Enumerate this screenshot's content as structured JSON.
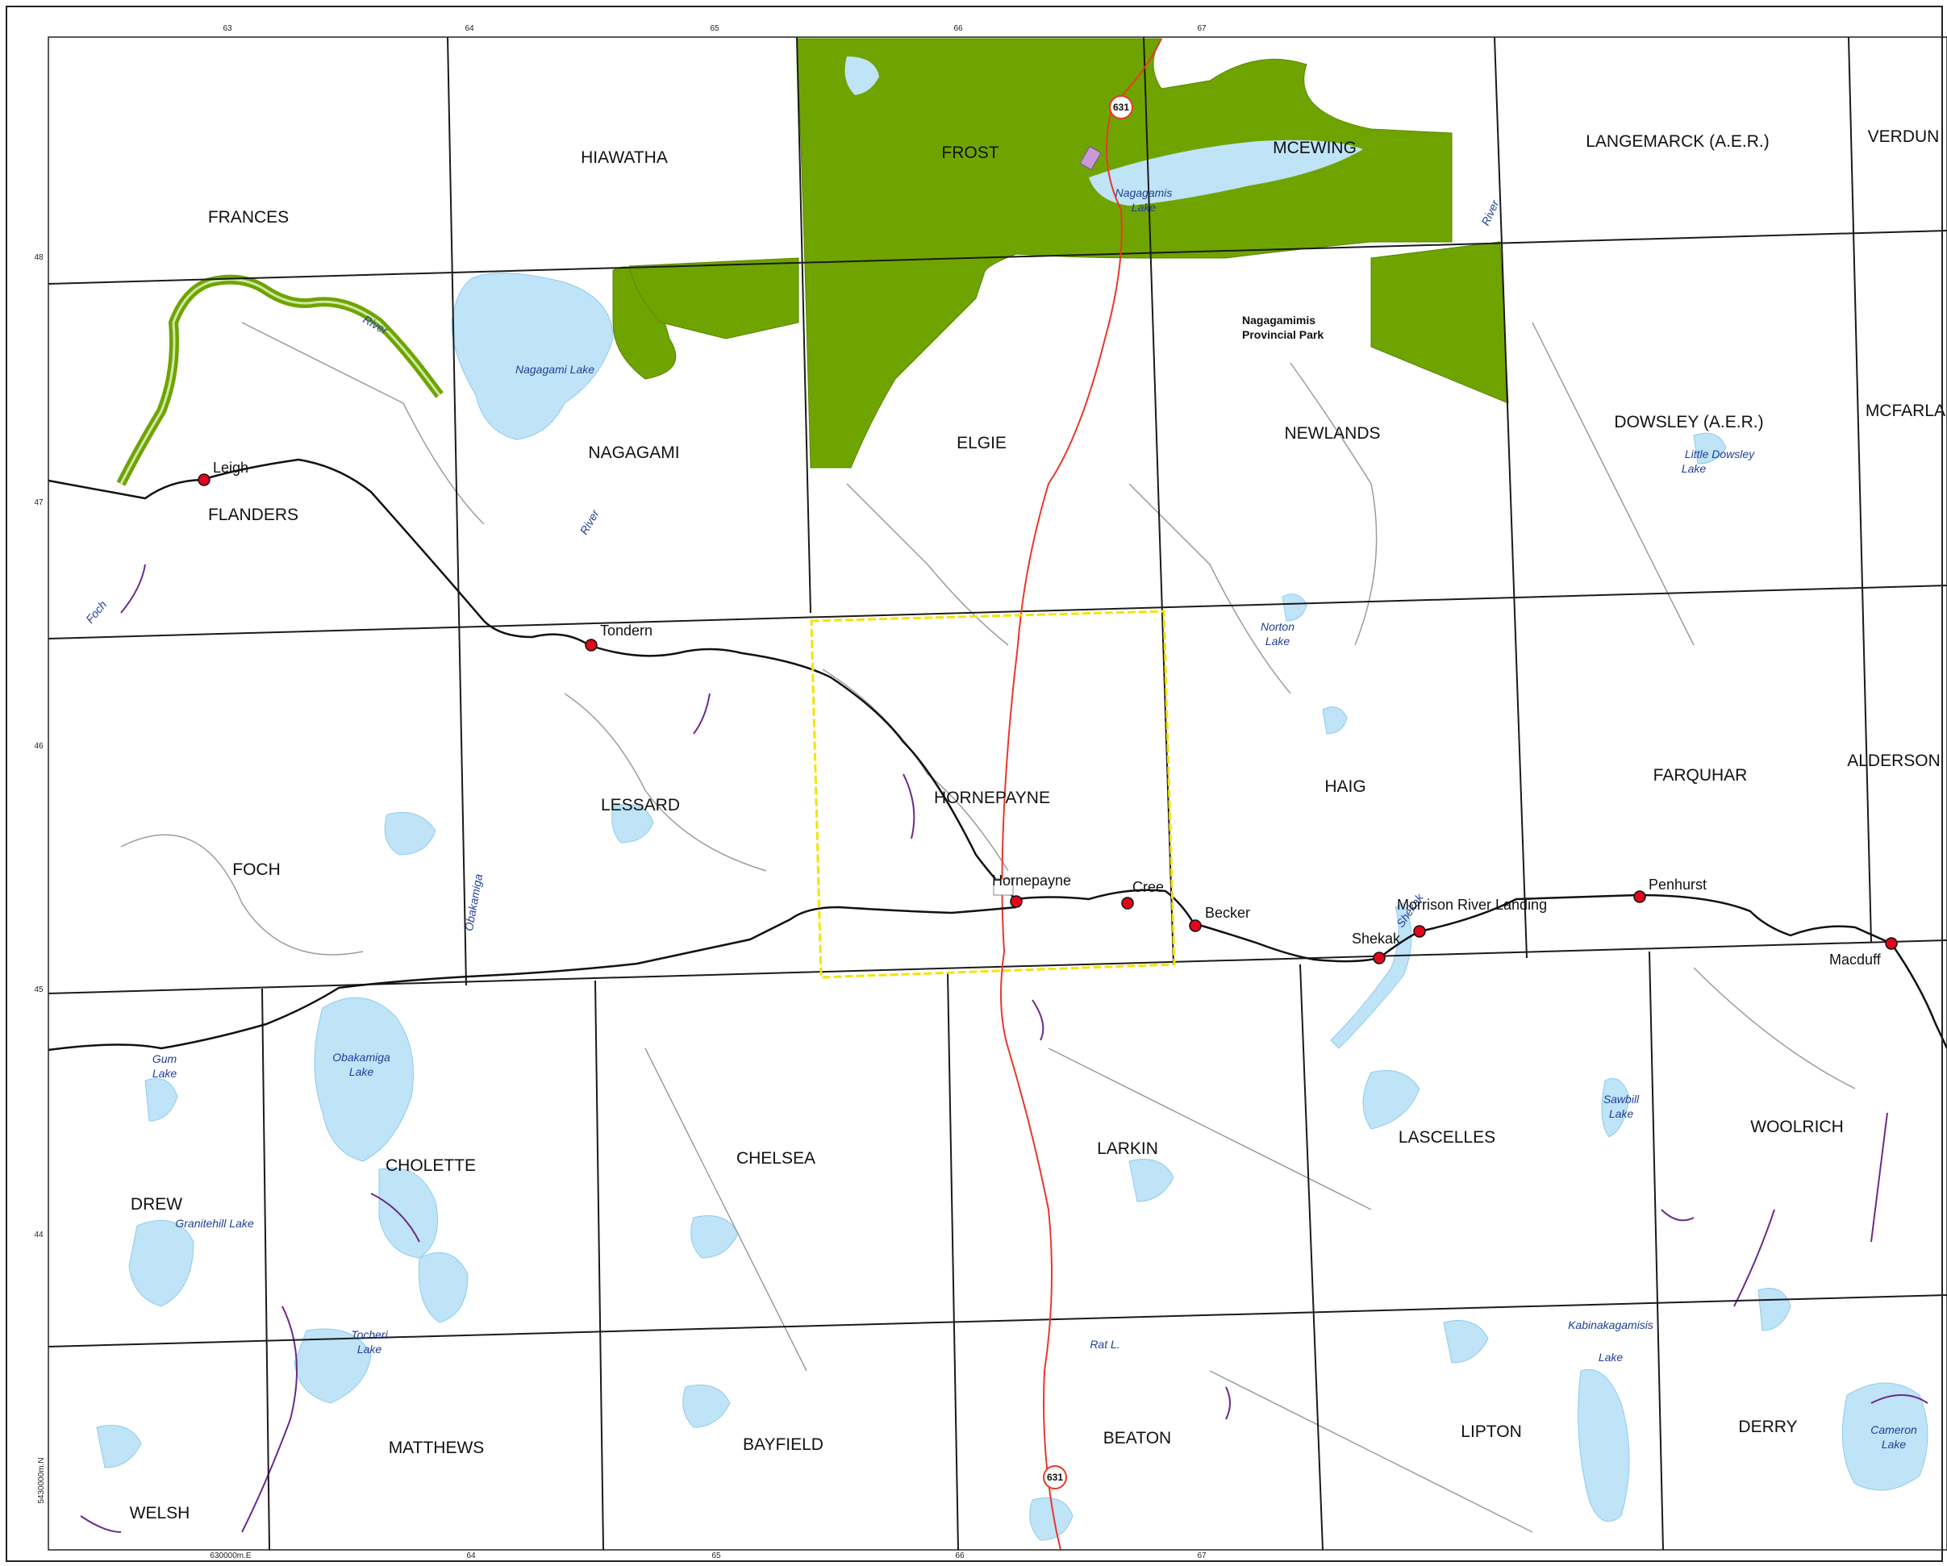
{
  "colors": {
    "water": "#bfe3f7",
    "park": "#6fa400",
    "township_line": "#1a1a1a",
    "highway": "#e8382a",
    "railway": "#111111",
    "station": "#e3061b",
    "stream": "#6a2a8c",
    "roads": "#9c9c9c",
    "study_area": "#f4e300",
    "water_label": "#1f3f99"
  },
  "grid": {
    "top_ticks": [
      "63",
      "64",
      "65",
      "66",
      "67"
    ],
    "bottom_ticks": [
      "630000m.E",
      "64",
      "65",
      "66",
      "67"
    ],
    "left_ticks": [
      "48",
      "47",
      "46",
      "45",
      "44",
      "5430000m.N"
    ]
  },
  "townships": [
    "FRANCES",
    "HIAWATHA",
    "FROST",
    "MCEWING",
    "LANGEMARCK (A.E.R.)",
    "VERDUN",
    "NAGAGAMI",
    "ELGIE",
    "NEWLANDS",
    "DOWSLEY (A.E.R.)",
    "MCFARLAN",
    "FLANDERS",
    "LESSARD",
    "HORNEPAYNE",
    "HAIG",
    "FARQUHAR",
    "ALDERSON",
    "FOCH",
    "CHELSEA",
    "LARKIN",
    "LASCELLES",
    "WOOLRICH",
    "DREW",
    "CHOLETTE",
    "BAYFIELD",
    "BEATON",
    "LIPTON",
    "DERRY",
    "MATTHEWS",
    "WELSH"
  ],
  "water_labels": [
    "Nagagamis",
    "Lake",
    "Nagagami Lake",
    "River",
    "River",
    "Foch",
    "River",
    "Little Dowsley",
    "Lake",
    "Norton",
    "Lake",
    "Obakamiga",
    "Gum",
    "Lake",
    "Obakamiga",
    "Lake",
    "Granitehill  Lake",
    "Tocheri",
    "Lake",
    "Rat L.",
    "Sawbill",
    "Lake",
    "Kabinakagamisis",
    "Lake",
    "Cameron",
    "Lake",
    "Shekak"
  ],
  "park": {
    "name_line1": "Nagagamimis",
    "name_line2": "Provincial Park"
  },
  "stations": [
    "Leigh",
    "Tondern",
    "Hornepayne",
    "Cree",
    "Becker",
    "Shekak",
    "Morrison River Landing",
    "Penhurst",
    "Macduff"
  ],
  "highway_number": "631"
}
